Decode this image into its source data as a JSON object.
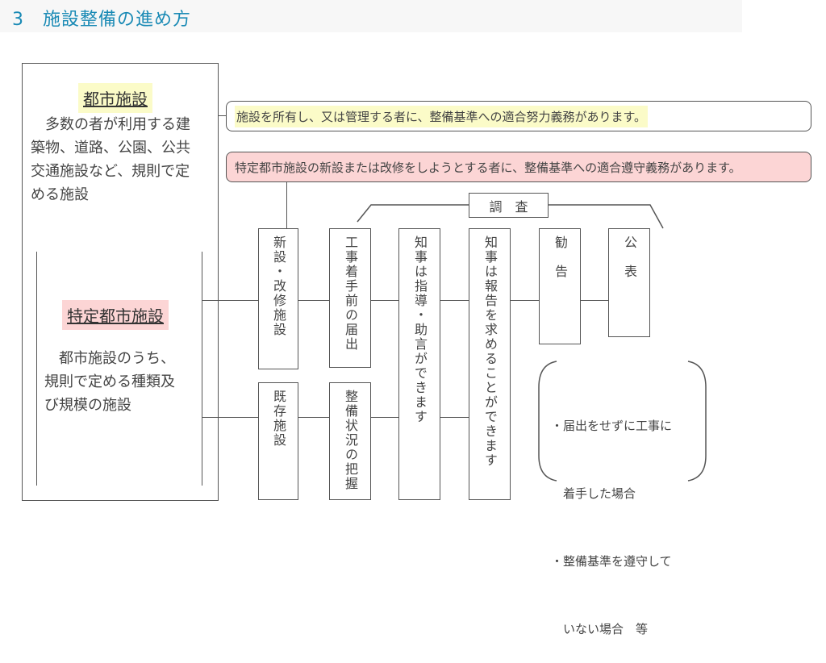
{
  "title": "3　施設整備の進め方",
  "city_facility": {
    "heading": "都市施設",
    "description_lines": [
      "　多数の者が利用する建",
      "築物、道路、公園、公共",
      "交通施設など、規則で定",
      "める施設"
    ]
  },
  "specific_facility": {
    "heading": "特定都市施設",
    "description_lines": [
      "　都市施設のうち、",
      "規則で定める種類及",
      "び規模の施設"
    ]
  },
  "notices": {
    "effort_duty": "施設を所有し、又は管理する者に、整備基準への適合努力義務があります。",
    "compliance_duty": "特定都市施設の新設または改修をしようとする者に、整備基準への適合遵守義務があります。"
  },
  "flow": {
    "new_facility": "新設・改修施設",
    "pre_construction_notice": "工事着手前の届出",
    "existing_facility": "既存施設",
    "status_check": "整備状況の把握",
    "guidance": "知事は指導・助言ができます",
    "report_request": "知事は報告を求めることができます",
    "recommendation": "勧　告",
    "publication": "公　表",
    "investigation": "調　査"
  },
  "conditions": [
    "・届出をせずに工事に",
    "　着手した場合",
    "・整備基準を遵守して",
    "　いない場合　等"
  ],
  "colors": {
    "title": "#1a8ab5",
    "yellow": "#fbfbc8",
    "pink": "#fcd5d5"
  }
}
